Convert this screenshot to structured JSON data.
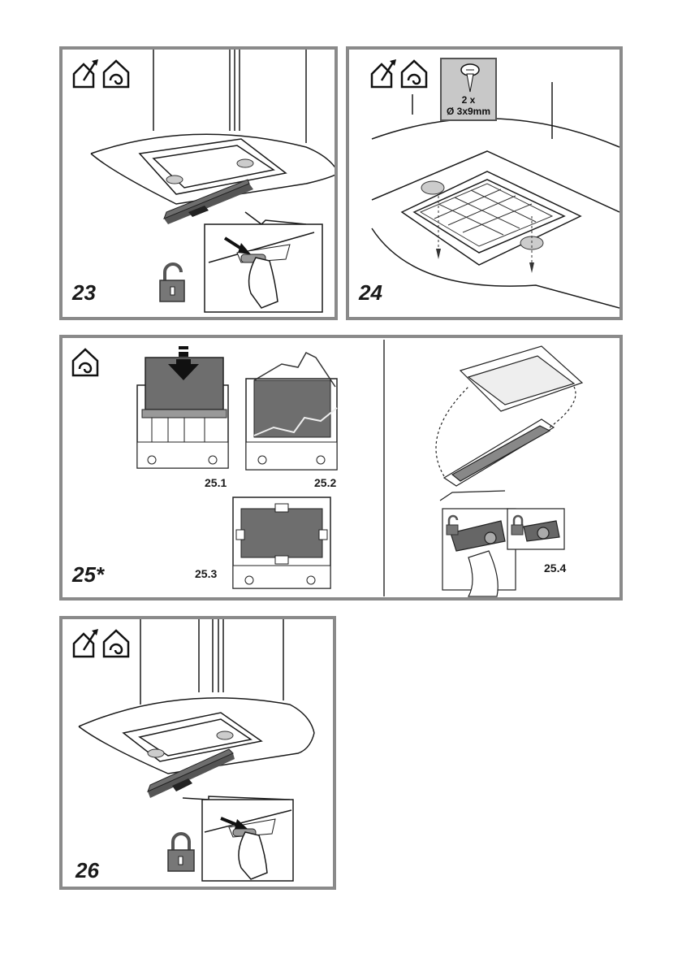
{
  "steps": {
    "s23": "23",
    "s24": "24",
    "s25": "25*",
    "s26": "26"
  },
  "substeps": {
    "s25_1": "25.1",
    "s25_2": "25.2",
    "s25_3": "25.3",
    "s25_4": "25.4"
  },
  "screw_spec": {
    "quantity": "2 x",
    "size": "Ø 3x9mm"
  },
  "colors": {
    "frame": "#8a8a8a",
    "filter": "#6e6e6e",
    "lock": "#777777",
    "line": "#1a1a1a"
  },
  "icons": [
    "exhaust-mode-icon",
    "recirculation-mode-icon",
    "unlock-icon",
    "lock-icon",
    "screw-icon",
    "push-down-arrow-icon"
  ]
}
